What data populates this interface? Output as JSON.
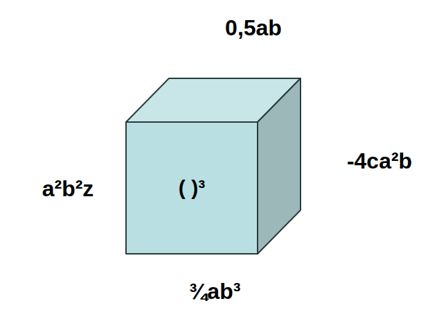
{
  "diagram": {
    "nodes": [
      {
        "text": [
          "( )³"
        ]
      }
    ],
    "labels": [
      "0,5ab",
      "a²b²z",
      "-4ca²b",
      "¾ab³"
    ]
  }
}
